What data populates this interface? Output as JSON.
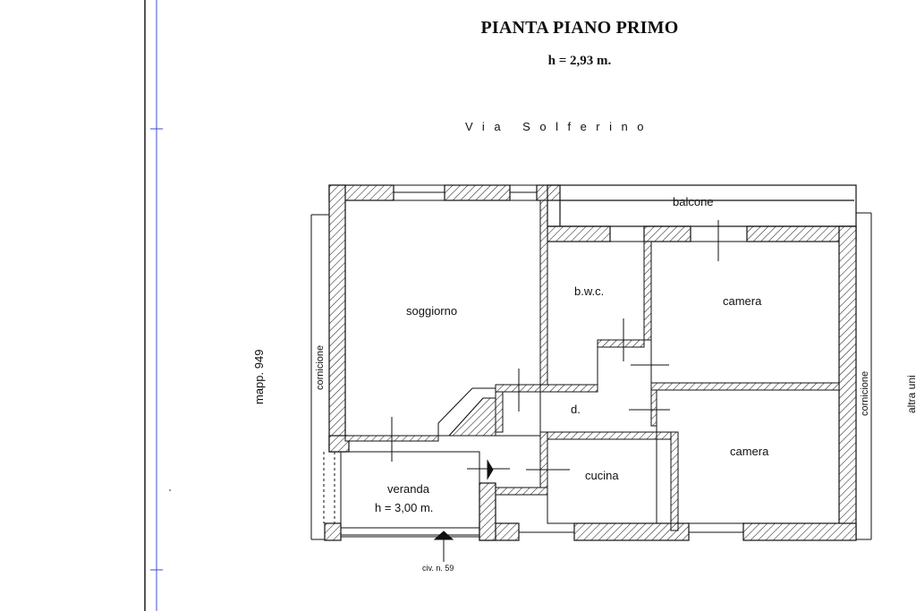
{
  "title": "PIANTA PIANO PRIMO",
  "height": "h = 2,93 m.",
  "street": "Via Solferino",
  "rooms": {
    "balcone": "balcone",
    "bwc": "b.w.c.",
    "soggiorno": "soggiorno",
    "camera_top": "camera",
    "disimpegno": "d.",
    "camera_bottom": "camera",
    "cucina": "cucina",
    "veranda": "veranda",
    "veranda_height": "h = 3,00 m."
  },
  "side_labels": {
    "cornicione_left": "cornicione",
    "cornicione_right": "cornicione",
    "mappale": "mapp. 949",
    "altra_unita": "altra uni"
  },
  "entrance": "civ. n. 59",
  "colors": {
    "ink": "#111111",
    "margin_line": "#3b4fd6",
    "frame": "#555555"
  }
}
